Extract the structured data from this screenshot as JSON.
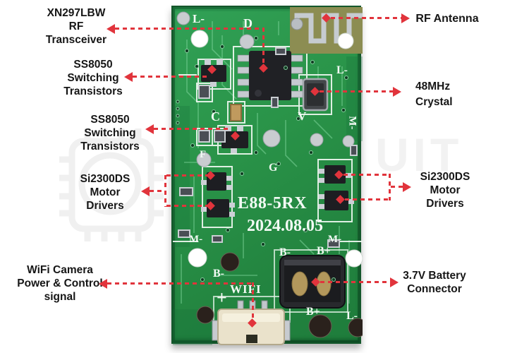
{
  "colors": {
    "accent_red": "#e1343c",
    "pcb_green": "#2e9b50",
    "pcb_dark": "#14572b",
    "silk_white": "#f2faf4",
    "label_text": "#161616",
    "watermark_gray": "#f0f0f0"
  },
  "watermark": {
    "text": "UIT"
  },
  "annotations": {
    "xn297": {
      "lines": [
        "XN297LBW",
        "RF",
        "Transceiver"
      ]
    },
    "ss8050_top": {
      "lines": [
        "SS8050",
        "Switching",
        "Transistors"
      ]
    },
    "ss8050_mid": {
      "lines": [
        "SS8050",
        "Switching",
        "Transistors"
      ]
    },
    "si2300_left": {
      "lines": [
        "Si2300DS",
        "Motor",
        "Drivers"
      ]
    },
    "wifi_camera": {
      "lines": [
        "WiFi Camera",
        "Power & Control",
        "signal"
      ]
    },
    "rf_antenna": {
      "lines": [
        "RF Antenna"
      ]
    },
    "crystal": {
      "lines": [
        "48MHz",
        "Crystal"
      ]
    },
    "si2300_right": {
      "lines": [
        "Si2300DS",
        "Motor",
        "Drivers"
      ]
    },
    "battery": {
      "lines": [
        "3.7V Battery",
        "Connector"
      ]
    }
  },
  "pcb": {
    "model": "E88-5RX",
    "date": "2024.08.05",
    "marks": {
      "l_top": "L-",
      "d": "D",
      "l_right": "L-",
      "c": "C",
      "v": "V",
      "f": "F",
      "g": "G",
      "m_left": "M-",
      "m_right": "M-",
      "m_side": "M-",
      "b_minus_mid": "B-",
      "b_minus": "B-",
      "b_plus": "B+",
      "wifi": "WIFI",
      "plus": "+",
      "b_plus_bottom": "B+",
      "l_bottom": "L-"
    }
  }
}
